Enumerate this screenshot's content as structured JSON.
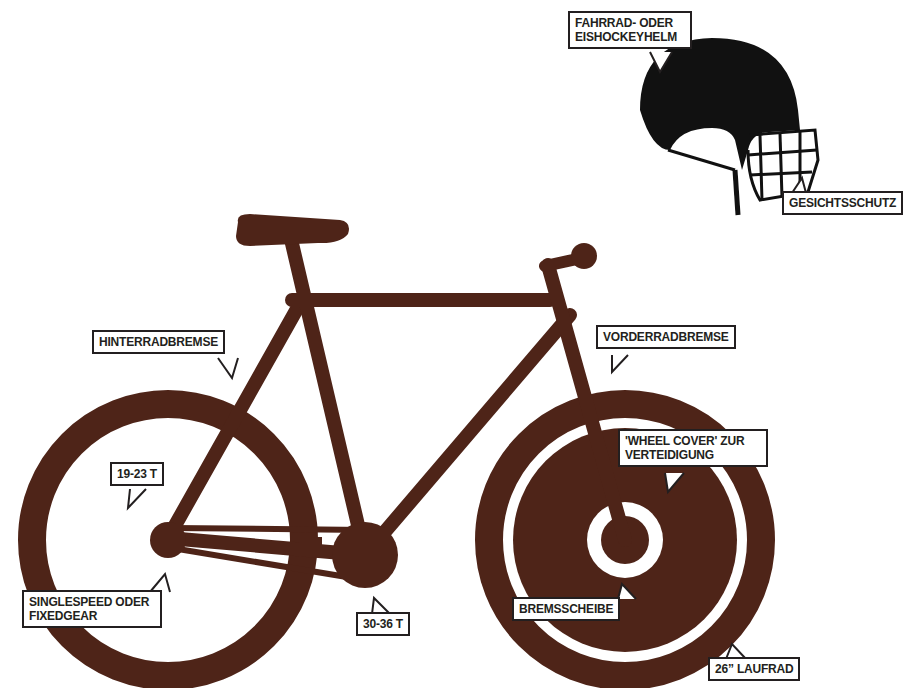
{
  "diagram": {
    "labels": [
      "FAHRRAD- ODER EISHOCKEYHELM",
      "GESICHTSSCHUTZ",
      "HINTERRADBREMSE",
      "VORDERRADBREMSE",
      "'WHEEL COVER' ZUR VERTEIDIGUNG",
      "19-23 T",
      "SINGLESPEED ODER FIXEDGEAR",
      "30-36 T",
      "BREMSSCHEIBE",
      "26” LAUFRAD"
    ]
  }
}
